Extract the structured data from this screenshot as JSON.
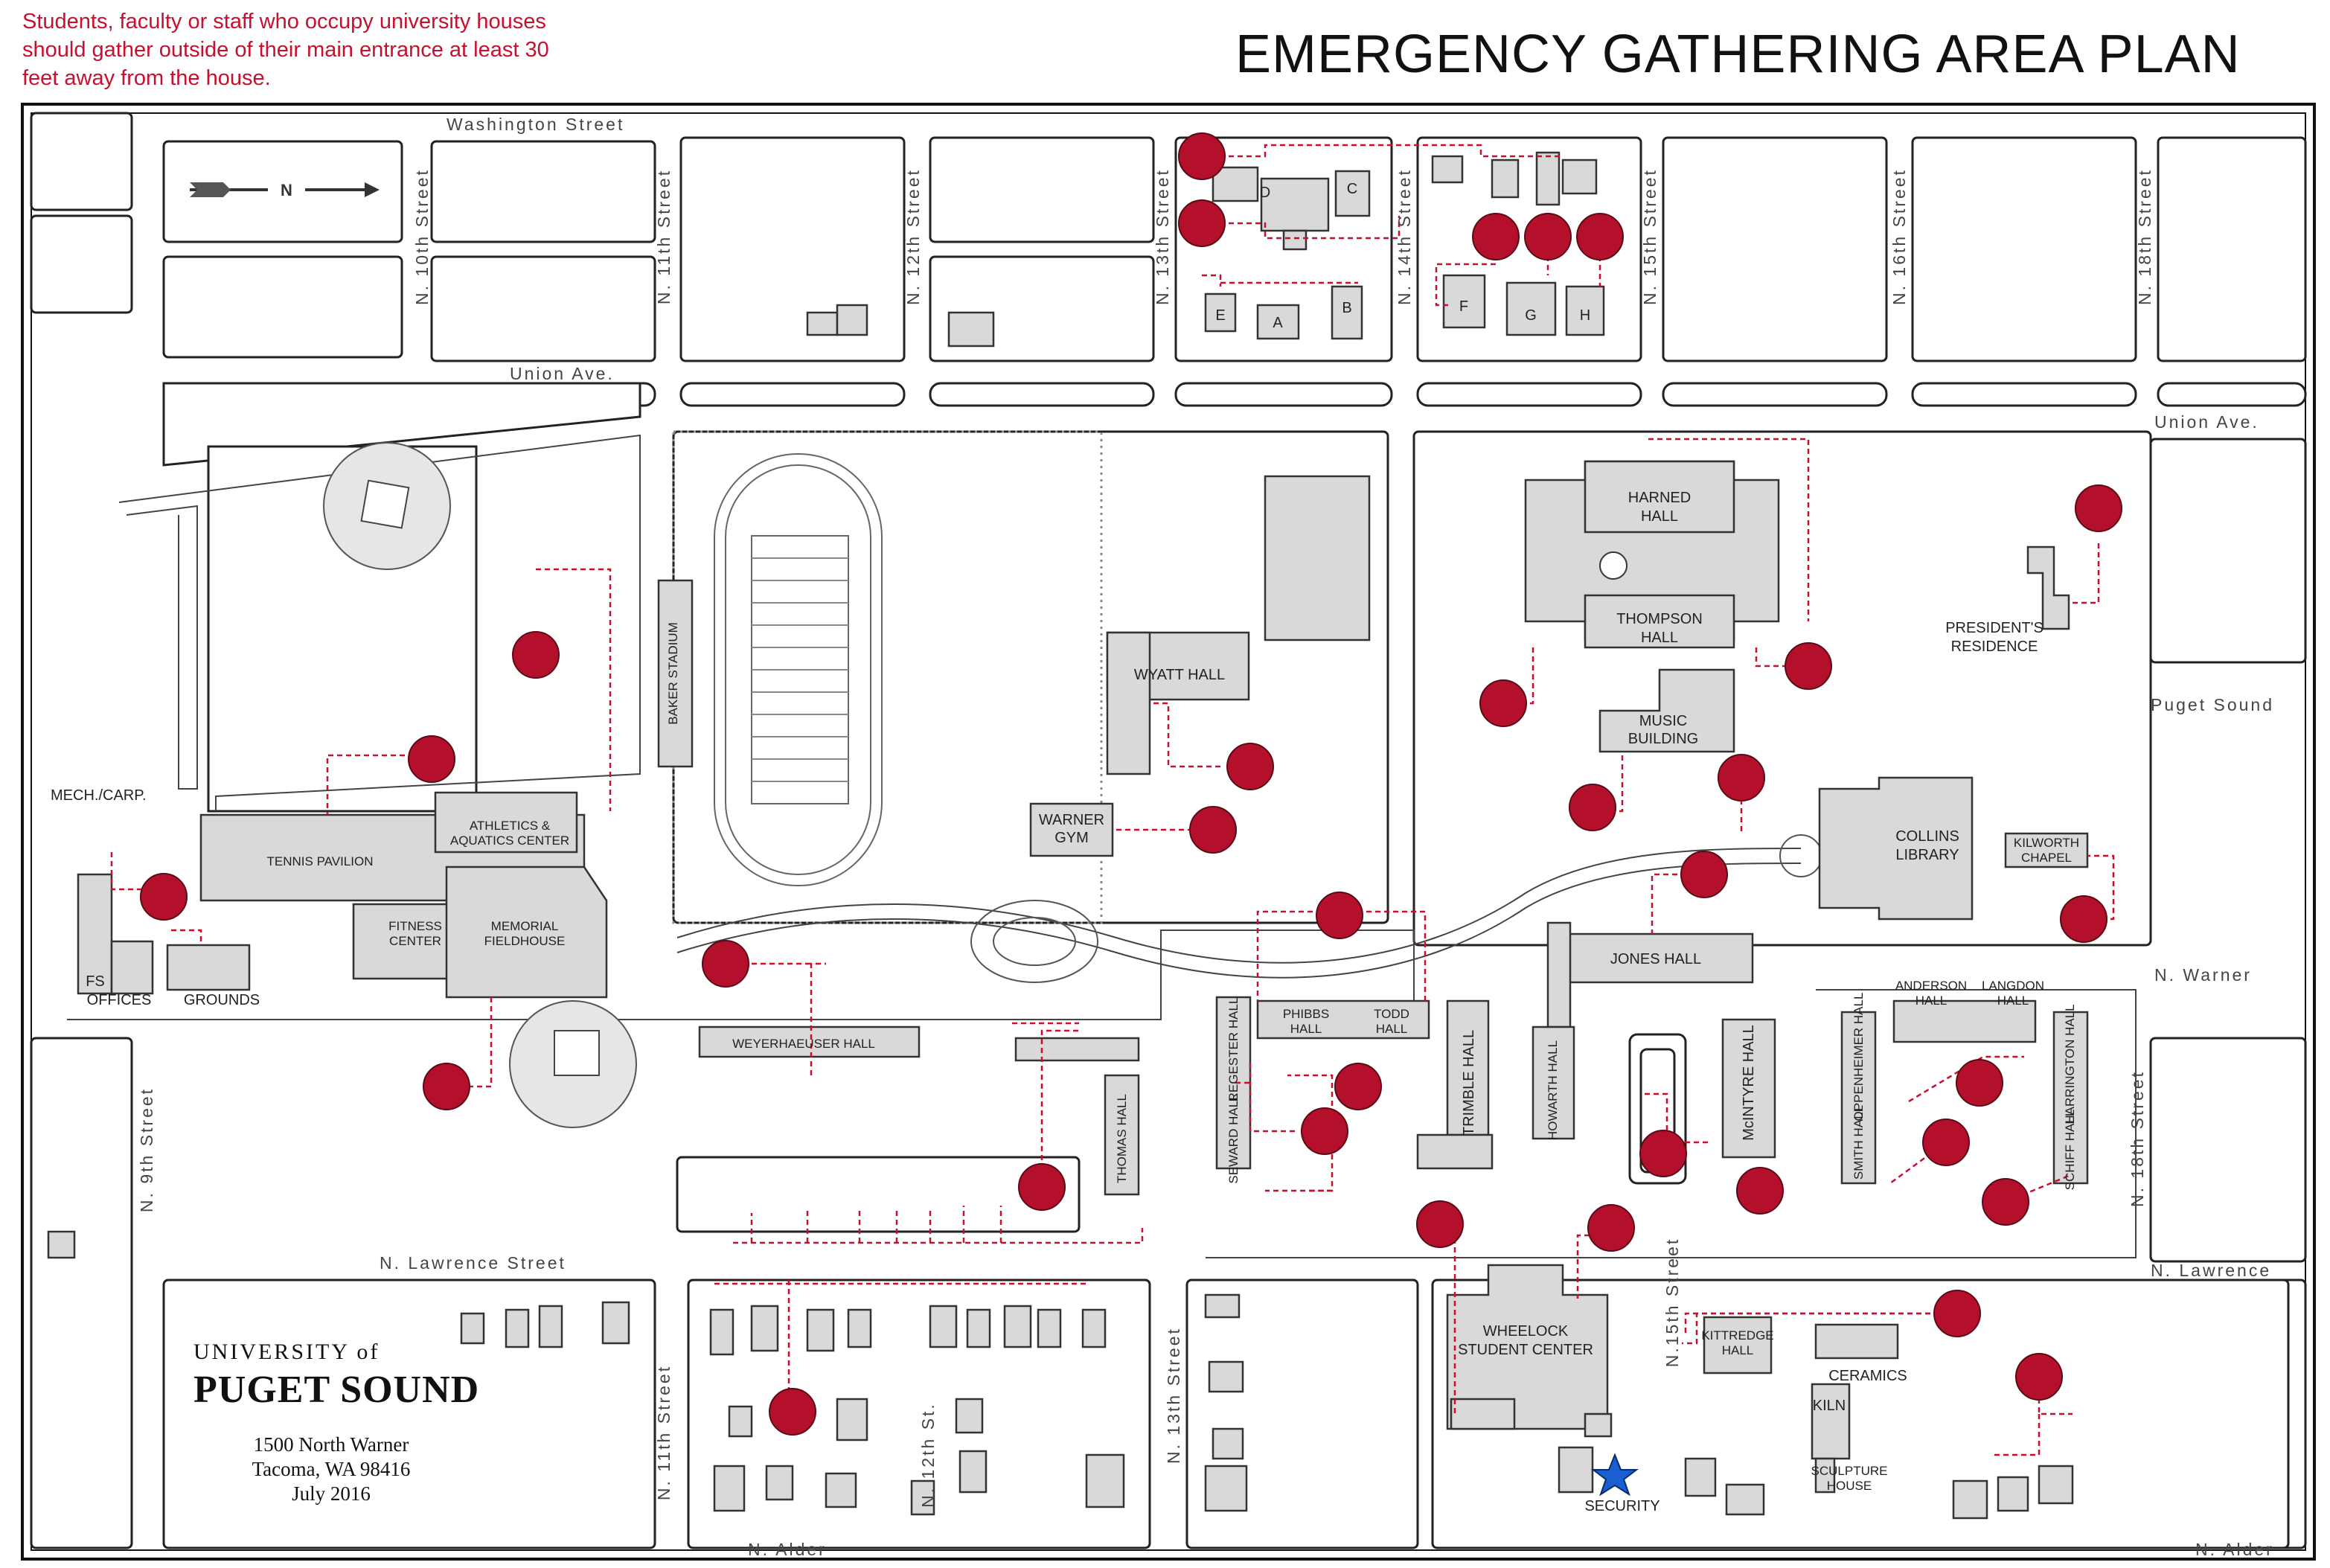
{
  "notice": "Students, faculty or staff who occupy university houses should gather outside of their main entrance at least 30 feet away from the house.",
  "title": "EMERGENCY GATHERING AREA PLAN",
  "logo": {
    "university": "UNIVERSITY of",
    "name": "PUGET SOUND",
    "address_line1": "1500 North Warner",
    "address_line2": "Tacoma, WA 98416",
    "date": "July 2016"
  },
  "north_arrow": "N",
  "streets": {
    "washington": "Washington Street",
    "n10": "N. 10th Street",
    "n11_top": "N. 11th Street",
    "n12_top": "N. 12th Street",
    "n13_top": "N. 13th Street",
    "n14": "N. 14th Street",
    "n15_top": "N. 15th Street",
    "n16": "N. 16th Street",
    "n18_top": "N. 18th Street",
    "union_left": "Union Ave.",
    "union_right": "Union Ave.",
    "puget_sound": "Puget Sound",
    "warner": "N. Warner",
    "n18_right": "N. 18th Street",
    "lawrence_right": "N. Lawrence",
    "lawrence": "N. Lawrence Street",
    "n9": "N. 9th Street",
    "n11_bottom": "N. 11th Street",
    "n12_bottom": "N. 12th St.",
    "n13_bottom": "N. 13th Street",
    "n15_bottom": "N.15th Street",
    "alder_left": "N. Alder",
    "alder_right": "N. Alder"
  },
  "buildings": {
    "mech_carp": "MECH./CARP.",
    "tennis": "TENNIS PAVILION",
    "athletics_1": "ATHLETICS &",
    "athletics_2": "AQUATICS CENTER",
    "fitness_1": "FITNESS",
    "fitness_2": "CENTER",
    "fieldhouse_1": "MEMORIAL",
    "fieldhouse_2": "FIELDHOUSE",
    "fs_1": "FS",
    "fs_2": "OFFICES",
    "grounds": "GROUNDS",
    "baker": "BAKER STADIUM",
    "wyatt": "WYATT HALL",
    "warner_1": "WARNER",
    "warner_2": "GYM",
    "weyerhaeuser": "WEYERHAEUSER HALL",
    "thomas": "THOMAS HALL",
    "harned_1": "HARNED",
    "harned_2": "HALL",
    "thompson_1": "THOMPSON",
    "thompson_2": "HALL",
    "music_1": "MUSIC",
    "music_2": "BUILDING",
    "collins_1": "COLLINS",
    "collins_2": "LIBRARY",
    "kilworth_1": "KILWORTH",
    "kilworth_2": "CHAPEL",
    "president_1": "PRESIDENT'S",
    "president_2": "RESIDENCE",
    "jones": "JONES HALL",
    "phibbs_1": "PHIBBS",
    "phibbs_2": "HALL",
    "todd_1": "TODD",
    "todd_2": "HALL",
    "regester": "REGESTER HALL",
    "seward": "SEWARD HALL",
    "trimble": "TRIMBLE HALL",
    "howarth": "HOWARTH HALL",
    "mcintyre": "McINTYRE HALL",
    "anderson_1": "ANDERSON",
    "anderson_2": "HALL",
    "langdon_1": "LANGDON",
    "langdon_2": "HALL",
    "oppenheimer": "OPPENHEIMER HALL",
    "smith": "SMITH HALL",
    "harrington": "HARRINGTON HALL",
    "schiff": "SCHIFF HALL",
    "wheelock_1": "WHEELOCK",
    "wheelock_2": "STUDENT CENTER",
    "security": "SECURITY",
    "kittredge_1": "KITTREDGE",
    "kittredge_2": "HALL",
    "ceramics": "CERAMICS",
    "kiln": "KILN",
    "sculpture_1": "SCULPTURE",
    "sculpture_2": "HOUSE",
    "house_a": "A",
    "house_b": "B",
    "house_c": "C",
    "house_d": "D",
    "house_e": "E",
    "house_f": "F",
    "house_g": "G",
    "house_h": "H"
  },
  "colors": {
    "gathering_point": "#b5102b",
    "route": "#c8102e",
    "building_fill": "#d9d9d9",
    "security_star": "#1a5fd1"
  },
  "legend_icons": [
    "gathering-point-icon",
    "security-star-icon",
    "north-arrow-icon"
  ]
}
